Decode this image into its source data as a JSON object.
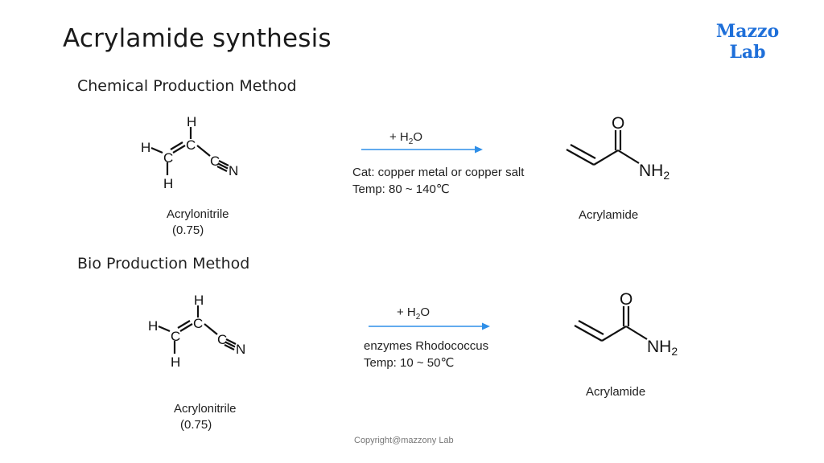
{
  "page": {
    "title": "Acrylamide synthesis"
  },
  "logo": {
    "line1": "Mazzo",
    "line2": "Lab",
    "color": "#1e6fd9"
  },
  "sections": [
    {
      "title": "Chemical Production Method",
      "reactant": {
        "label": "Acrylonitrile",
        "value": "(0.75)"
      },
      "reagent": {
        "prefix": "+ H",
        "sub": "2",
        "suffix": "O"
      },
      "conditions": {
        "line1": "Cat: copper metal or copper salt",
        "line2": "Temp: 80 ~ 140℃"
      },
      "product": {
        "label": "Acrylamide"
      }
    },
    {
      "title": "Bio Production Method",
      "reactant": {
        "label": "Acrylonitrile",
        "value": "(0.75)"
      },
      "reagent": {
        "prefix": "+ H",
        "sub": "2",
        "suffix": "O"
      },
      "conditions": {
        "line1": "enzymes  Rhodococcus",
        "line2": "Temp: 10 ~ 50℃"
      },
      "product": {
        "label": "Acrylamide"
      }
    }
  ],
  "structures": {
    "acrylonitrile_atoms": {
      "h_top": "H",
      "h_left": "H",
      "c_left": "C",
      "h_bottom": "H",
      "c_center": "C",
      "c_nitrile": "C",
      "n": "N"
    },
    "acrylamide_atoms": {
      "o": "O",
      "nh": "NH",
      "nh_sub": "2"
    }
  },
  "arrow_color": "#2f8fe8",
  "footer": "Copyright@mazzony Lab"
}
